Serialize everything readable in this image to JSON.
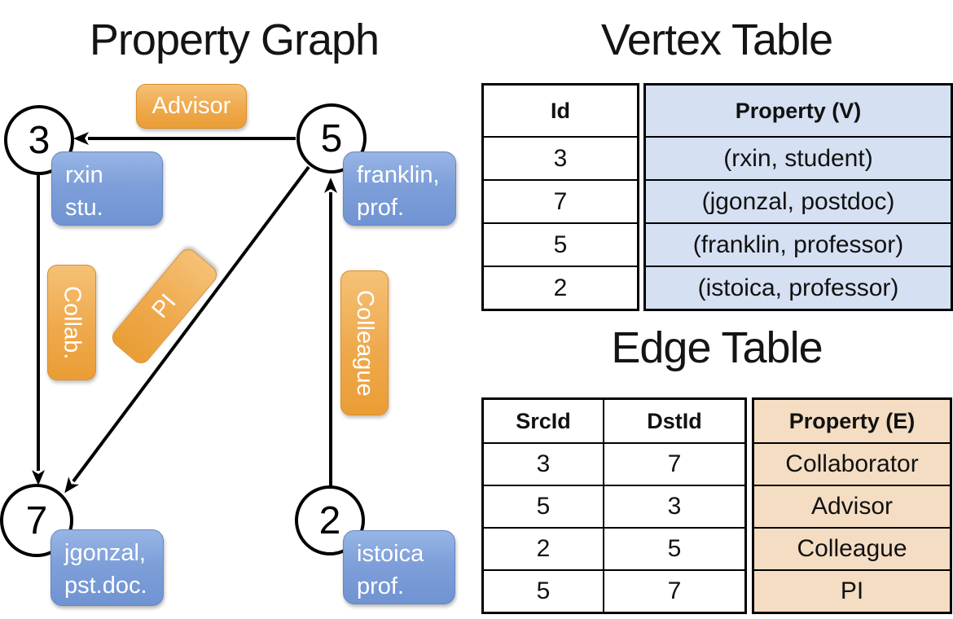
{
  "titles": {
    "graph": "Property Graph",
    "vertex": "Vertex Table",
    "edge": "Edge Table"
  },
  "graph": {
    "nodes": [
      {
        "id": "3"
      },
      {
        "id": "5"
      },
      {
        "id": "7"
      },
      {
        "id": "2"
      }
    ],
    "vertex_labels": [
      {
        "line1": "rxin",
        "line2": "stu."
      },
      {
        "line1": "franklin,",
        "line2": "prof."
      },
      {
        "line1": "jgonzal,",
        "line2": "pst.doc."
      },
      {
        "line1": "istoica",
        "line2": "prof."
      }
    ],
    "edge_labels": {
      "advisor": "Advisor",
      "collab": "Collab.",
      "pi": "PI",
      "colleague": "Colleague"
    },
    "edges": [
      {
        "from": "5",
        "to": "3",
        "label": "Advisor"
      },
      {
        "from": "3",
        "to": "7",
        "label": "Collab."
      },
      {
        "from": "5",
        "to": "7",
        "label": "PI"
      },
      {
        "from": "2",
        "to": "5",
        "label": "Colleague"
      }
    ]
  },
  "vertex_table": {
    "headers": {
      "id": "Id",
      "property": "Property (V)"
    },
    "rows": [
      {
        "id": "3",
        "property": "(rxin, student)"
      },
      {
        "id": "7",
        "property": "(jgonzal, postdoc)"
      },
      {
        "id": "5",
        "property": "(franklin, professor)"
      },
      {
        "id": "2",
        "property": "(istoica, professor)"
      }
    ]
  },
  "edge_table": {
    "headers": {
      "src": "SrcId",
      "dst": "DstId",
      "property": "Property (E)"
    },
    "rows": [
      {
        "src": "3",
        "dst": "7",
        "property": "Collaborator"
      },
      {
        "src": "5",
        "dst": "3",
        "property": "Advisor"
      },
      {
        "src": "2",
        "dst": "5",
        "property": "Colleague"
      },
      {
        "src": "5",
        "dst": "7",
        "property": "PI"
      }
    ]
  },
  "colors": {
    "edge_label_fill": "#efa94c",
    "vertex_label_fill": "#7e9fd9",
    "vertex_table_cell_bg": "#d5e0f2",
    "edge_table_cell_bg": "#f4ddc2",
    "line_color": "#000000",
    "label_text": "#ffffff"
  }
}
